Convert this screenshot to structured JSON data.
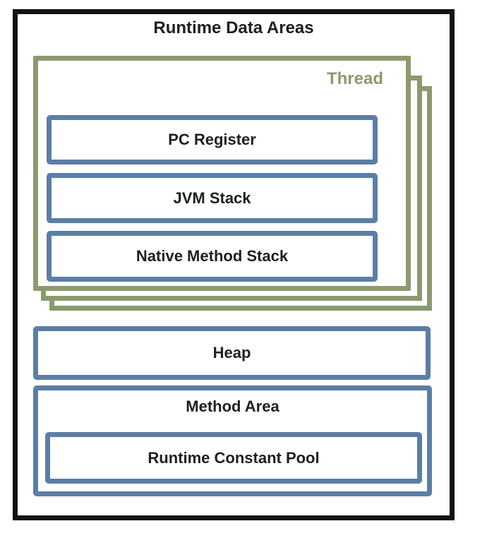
{
  "diagram": {
    "title": "Runtime Data Areas",
    "thread": {
      "label": "Thread",
      "boxes": [
        {
          "label": "PC Register"
        },
        {
          "label": "JVM Stack"
        },
        {
          "label": "Native Method Stack"
        }
      ],
      "stacked_layers": 3
    },
    "heap": {
      "label": "Heap"
    },
    "method_area": {
      "label": "Method Area",
      "runtime_constant_pool": {
        "label": "Runtime Constant Pool"
      }
    },
    "colors": {
      "outer_border": "#121212",
      "thread_border": "#8b9a6e",
      "thread_label_text": "#8b9a6e",
      "inner_box_border": "#5b7ea6",
      "text": "#1f1f1f",
      "background": "#ffffff"
    }
  }
}
